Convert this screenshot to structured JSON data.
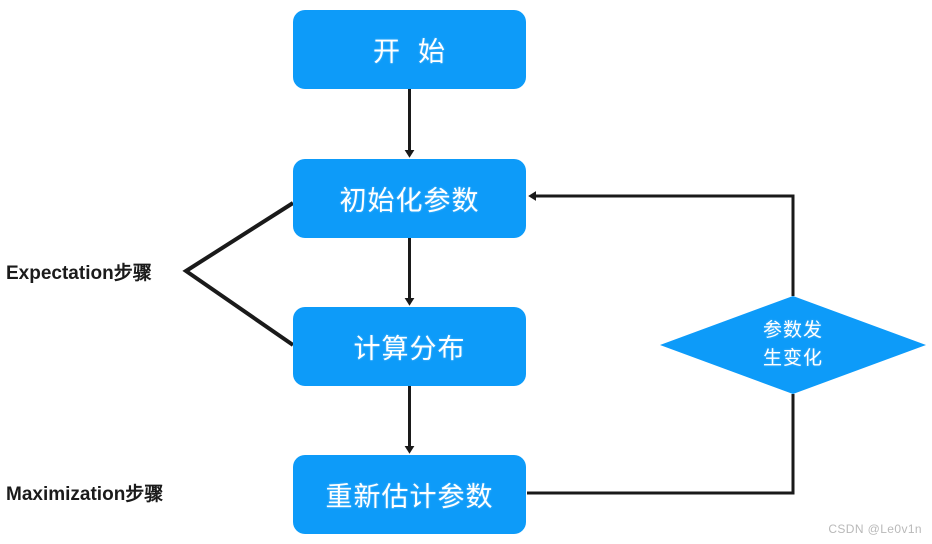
{
  "diagram": {
    "type": "flowchart",
    "title": "EM algorithm flowchart",
    "colors": {
      "node_fill": "#0d9bf9",
      "node_text": "#ffffff",
      "connector": "#1a1a1a",
      "label_text": "#1b1b1b",
      "background": "#ffffff",
      "watermark_text": "#b9b9b9"
    },
    "nodes": {
      "start": {
        "label": "开  始",
        "shape": "rounded-rect"
      },
      "init": {
        "label": "初始化参数",
        "shape": "rounded-rect"
      },
      "distribute": {
        "label": "计算分布",
        "shape": "rounded-rect"
      },
      "reestimate": {
        "label": "重新估计参数",
        "shape": "rounded-rect"
      },
      "decision": {
        "label_line1": "参数发",
        "label_line2": "生变化",
        "shape": "diamond"
      }
    },
    "labels": {
      "expectation": "Expectation步骤",
      "maximization": "Maximization步骤"
    },
    "watermark": "CSDN @Le0v1n"
  }
}
